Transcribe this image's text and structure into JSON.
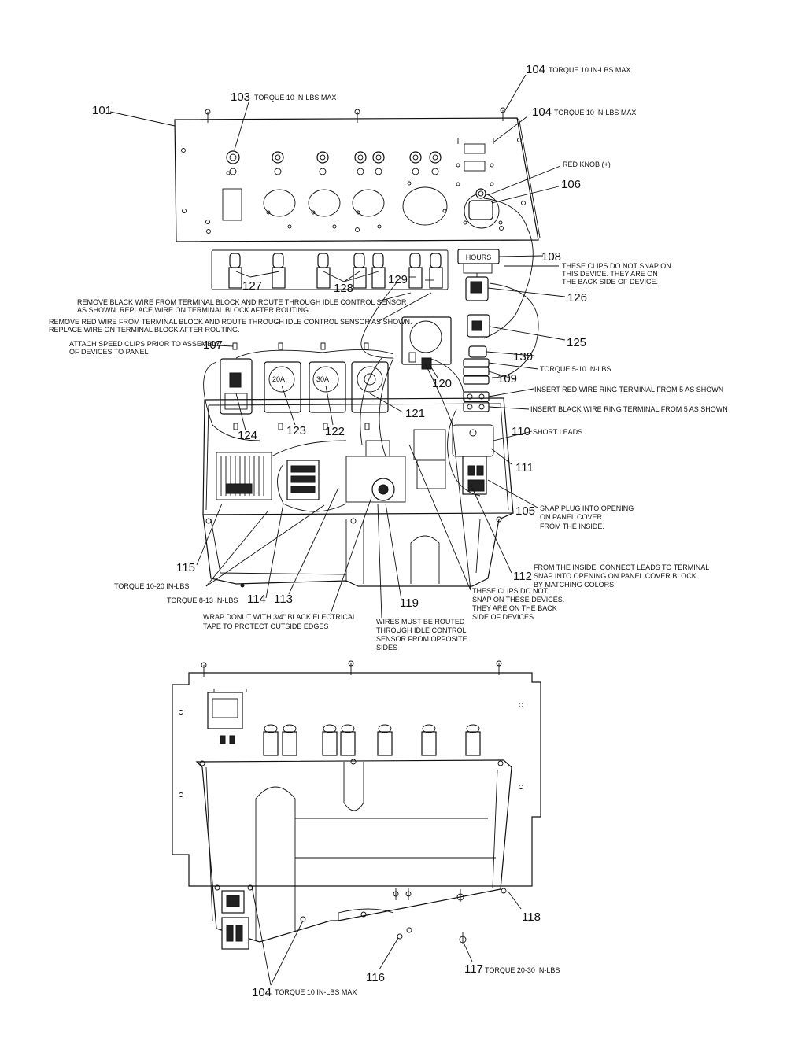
{
  "callouts": {
    "c101": "101",
    "c103": "103",
    "c103_note": "TORQUE 10 IN-LBS MAX",
    "c104a": "104",
    "c104a_note": "TORQUE 10 IN-LBS MAX",
    "c104b": "104",
    "c104b_note": "TORQUE 10 IN-LBS MAX",
    "red_knob": "RED KNOB (+)",
    "c106": "106",
    "c108": "108",
    "c108_note_1": "THESE CLIPS DO NOT SNAP ON",
    "c108_note_2": "THIS DEVICE. THEY ARE ON",
    "c108_note_3": "THE BACK SIDE OF DEVICE.",
    "c127": "127",
    "c128": "128",
    "c129": "129",
    "c126": "126",
    "black_wire_1": "REMOVE BLACK WIRE FROM TERMINAL BLOCK AND ROUTE THROUGH IDLE CONTROL SENSOR",
    "black_wire_2": "AS SHOWN. REPLACE WIRE ON TERMINAL BLOCK AFTER ROUTING.",
    "red_wire_1": "REMOVE RED WIRE FROM TERMINAL BLOCK AND ROUTE THROUGH IDLE CONTROL SENSOR AS SHOWN.",
    "red_wire_2": "REPLACE WIRE ON TERMINAL BLOCK AFTER ROUTING.",
    "speed_clips_1": "ATTACH SPEED CLIPS PRIOR TO ASSEMBLY",
    "speed_clips_2": "OF DEVICES TO PANEL",
    "c107": "107",
    "c125": "125",
    "c130": "130",
    "torque_5_10": "TORQUE 5-10 IN-LBS",
    "c109": "109",
    "red_ring": "INSERT RED WIRE RING TERMINAL FROM 5 AS SHOWN",
    "black_ring": "INSERT BLACK WIRE RING TERMINAL FROM 5 AS SHOWN",
    "c120": "120",
    "c121": "121",
    "c124": "124",
    "c123": "123",
    "c122": "122",
    "c110": "110",
    "short_leads": "SHORT LEADS",
    "c111": "111",
    "c105": "105",
    "snap_plug_1": "SNAP PLUG INTO OPENING",
    "snap_plug_2": "ON PANEL COVER",
    "snap_plug_3": "FROM THE INSIDE.",
    "c112": "112",
    "from_inside_1": "FROM THE INSIDE. CONNECT LEADS TO TERMINAL",
    "from_inside_2": "SNAP INTO OPENING ON PANEL COVER BLOCK",
    "from_inside_3": "BY MATCHING COLORS.",
    "clips_back_1": "THESE CLIPS DO NOT",
    "clips_back_2": "SNAP ON THESE DEVICES.",
    "clips_back_3": "THEY ARE ON THE BACK",
    "clips_back_4": "SIDE OF DEVICES.",
    "c115": "115",
    "torque_10_20": "TORQUE 10-20 IN-LBS",
    "torque_8_13": "TORQUE 8-13 IN-LBS",
    "c114": "114",
    "c113": "113",
    "c119": "119",
    "donut_1": "WRAP DONUT WITH 3/4\" BLACK ELECTRICAL",
    "donut_2": "TAPE TO PROTECT OUTSIDE EDGES",
    "wires_routed_1": "WIRES MUST BE ROUTED",
    "wires_routed_2": "THROUGH IDLE CONTROL",
    "wires_routed_3": "SENSOR FROM OPPOSITE",
    "wires_routed_4": "SIDES",
    "c118": "118",
    "c116": "116",
    "c117": "117",
    "c117_note": "TORQUE 20-30 IN-LBS",
    "c104c": "104",
    "c104c_note": "TORQUE 10 IN-LBS MAX"
  },
  "device_labels": {
    "hours": "HOURS",
    "amp_20": "20A",
    "amp_30": "30A"
  }
}
